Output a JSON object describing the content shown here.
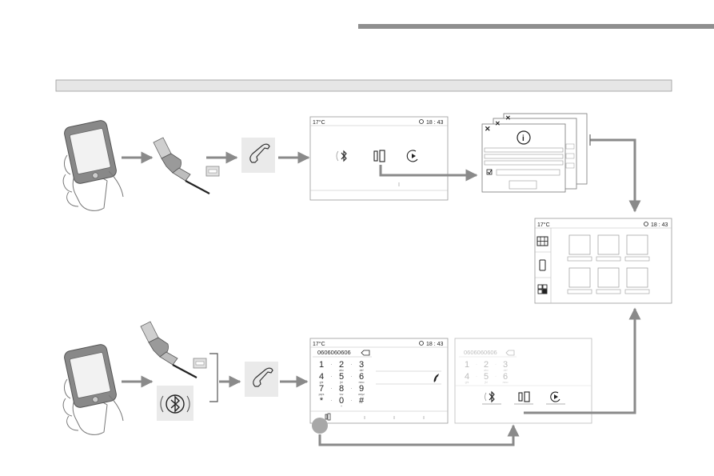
{
  "header_bar": "",
  "screen_top": {
    "temperature": "17°C",
    "clock_icon": "clock-icon",
    "time": "18 : 43",
    "icons": [
      "bluetooth-icon",
      "mirror-screen-icon",
      "play-icon"
    ]
  },
  "popup_info": {
    "close_icon": "close-icon",
    "info_icon": "info-icon",
    "checkbox_icon": "checkbox-icon"
  },
  "screen_menu": {
    "temperature": "17°C",
    "time": "18 : 43",
    "side_icons": [
      "grid-icon",
      "smartphone-icon",
      "apps-icon"
    ]
  },
  "screen_dialer": {
    "temperature": "17°C",
    "time": "18 : 43",
    "number": "0606060606",
    "keys": [
      {
        "digit": "1",
        "letters": ""
      },
      {
        "digit": "2",
        "letters": "abc"
      },
      {
        "digit": "3",
        "letters": "def"
      },
      {
        "digit": "4",
        "letters": "ghi"
      },
      {
        "digit": "5",
        "letters": "jkl"
      },
      {
        "digit": "6",
        "letters": "mno"
      },
      {
        "digit": "7",
        "letters": "pqrs"
      },
      {
        "digit": "8",
        "letters": "tuv"
      },
      {
        "digit": "9",
        "letters": "wxyz"
      },
      {
        "digit": "*",
        "letters": ""
      },
      {
        "digit": "0",
        "letters": "+"
      },
      {
        "digit": "#",
        "letters": ""
      }
    ]
  },
  "screen_dialer_faded": {
    "number": "0606060606",
    "keys": [
      {
        "digit": "1",
        "letters": ""
      },
      {
        "digit": "2",
        "letters": "abc"
      },
      {
        "digit": "3",
        "letters": "def"
      },
      {
        "digit": "4",
        "letters": "ghi"
      },
      {
        "digit": "5",
        "letters": "jkl"
      },
      {
        "digit": "6",
        "letters": "mno"
      }
    ]
  }
}
